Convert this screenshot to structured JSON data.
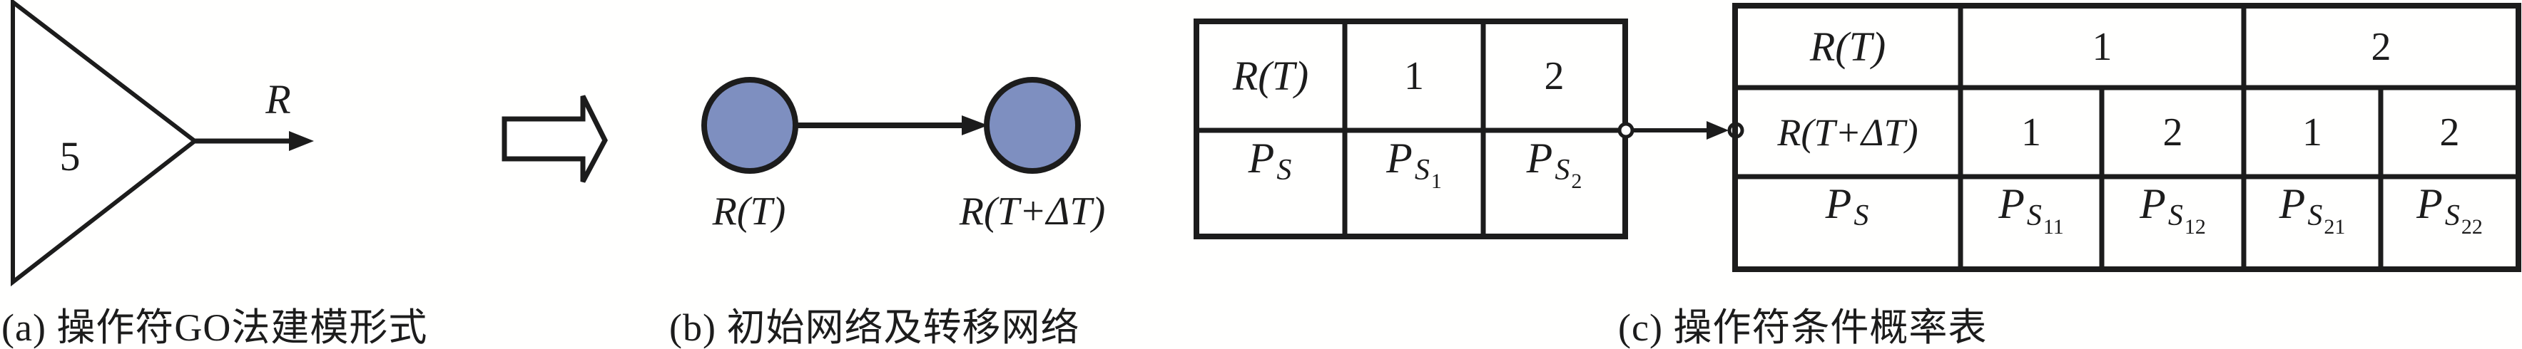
{
  "colors": {
    "node_fill": "#7E8FC0",
    "ink": "#1c1c1c"
  },
  "part_a": {
    "operator_number": "5",
    "output_label": "R",
    "caption": "(a) 操作符GO法建模形式"
  },
  "part_b": {
    "node_left": "R(T)",
    "node_right": "R(T+ΔT)",
    "caption": "(b) 初始网络及转移网络"
  },
  "part_c": {
    "caption": "(c) 操作符条件概率表",
    "initial_table": {
      "header": [
        "R(T)",
        "1",
        "2"
      ],
      "prob_row": [
        {
          "base": "P",
          "sub": "S",
          "idx": ""
        },
        {
          "base": "P",
          "sub": "S",
          "idx": "1"
        },
        {
          "base": "P",
          "sub": "S",
          "idx": "2"
        }
      ]
    },
    "conditional_table": {
      "rt_label": "R(T)",
      "rt_groups": [
        "1",
        "2"
      ],
      "rtdt_label": "R(T+ΔT)",
      "rtdt_cells": [
        "1",
        "2",
        "1",
        "2"
      ],
      "prob_label": {
        "base": "P",
        "sub": "S",
        "idx": ""
      },
      "prob_cells": [
        {
          "base": "P",
          "sub": "S",
          "idx": "11"
        },
        {
          "base": "P",
          "sub": "S",
          "idx": "12"
        },
        {
          "base": "P",
          "sub": "S",
          "idx": "21"
        },
        {
          "base": "P",
          "sub": "S",
          "idx": "22"
        }
      ]
    }
  }
}
